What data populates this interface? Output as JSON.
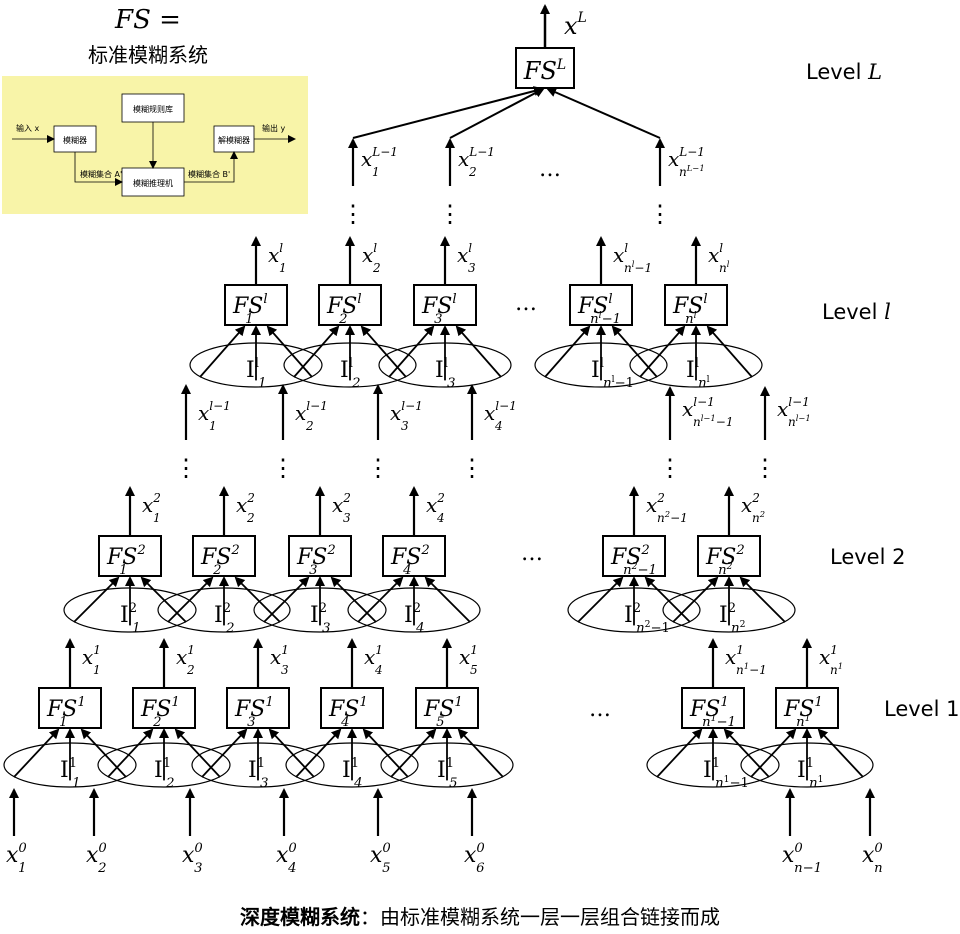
{
  "inset": {
    "title_math": "FS =",
    "title_text": "标准模糊系统",
    "background": "#f8f4a8",
    "blocks": {
      "rule_base": "模糊规则库",
      "fuzzifier": "模糊器",
      "inference": "模糊推理机",
      "defuzzifier": "解模糊器"
    },
    "signals": {
      "input": "输入 x",
      "output": "输出 y",
      "set_a": "模糊集合 A'",
      "set_b": "模糊集合 B'"
    }
  },
  "levels": {
    "top": {
      "label": "Level",
      "symbol": "L",
      "box_base": "FS",
      "box_sup": "L",
      "out_base": "x",
      "out_sup": "L"
    },
    "l": {
      "label": "Level",
      "symbol": "l"
    },
    "two": {
      "label": "Level 2"
    },
    "one": {
      "label": "Level 1"
    }
  },
  "colors": {
    "line": "#000000",
    "inset_bg": "#f8f4a8"
  },
  "caption": {
    "bold": "深度模糊系统",
    "sep": "：",
    "rest": "由标准模糊系统一层一层组合链接而成"
  },
  "ellipsis": "…",
  "vdots": "⋮"
}
